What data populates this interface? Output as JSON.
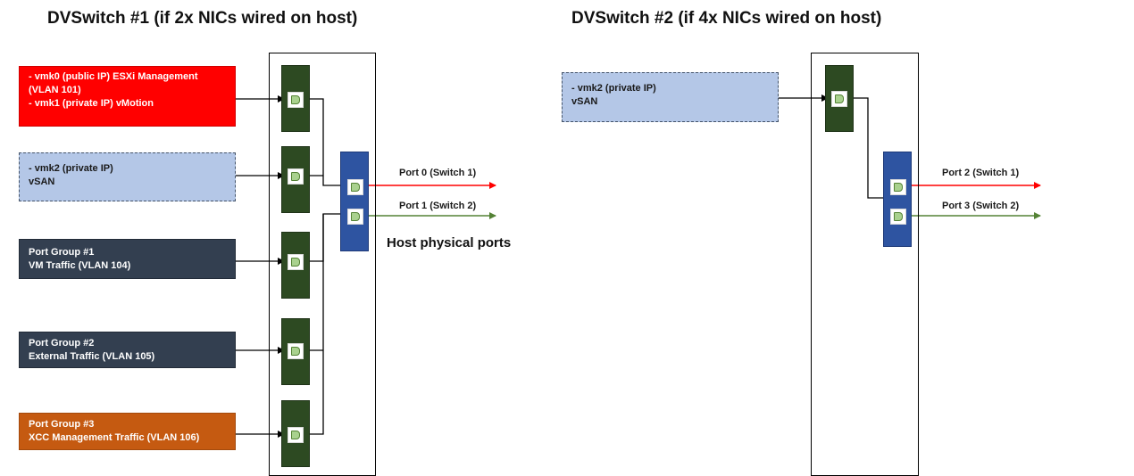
{
  "switch1": {
    "title": "DVSwitch #1 (if 2x NICs wired on host)",
    "port_groups": [
      {
        "lines": [
          "- vmk0 (public IP) ESXi Management",
          "(VLAN 101)",
          "- vmk1 (private IP) vMotion"
        ],
        "color": "#ff0000"
      },
      {
        "lines": [
          "- vmk2 (private IP)",
          "vSAN"
        ],
        "color": "#b4c7e7"
      },
      {
        "lines": [
          "Port Group #1",
          "VM Traffic (VLAN 104)"
        ],
        "color": "#333f50"
      },
      {
        "lines": [
          "Port Group #2",
          "External Traffic (VLAN 105)"
        ],
        "color": "#333f50"
      },
      {
        "lines": [
          "Port Group #3",
          "XCC Management Traffic (VLAN 106)"
        ],
        "color": "#c55a11"
      }
    ],
    "uplinks": [
      {
        "label": "Port 0 (Switch 1)",
        "color": "#ff0000"
      },
      {
        "label": "Port 1 (Switch 2)",
        "color": "#548235"
      }
    ],
    "caption": "Host physical ports"
  },
  "switch2": {
    "title": "DVSwitch #2 (if 4x NICs wired on host)",
    "port_groups": [
      {
        "lines": [
          "- vmk2 (private IP)",
          "vSAN"
        ],
        "color": "#b4c7e7"
      }
    ],
    "uplinks": [
      {
        "label": "Port 2 (Switch 1)",
        "color": "#ff0000"
      },
      {
        "label": "Port 3 (Switch 2)",
        "color": "#548235"
      }
    ]
  }
}
